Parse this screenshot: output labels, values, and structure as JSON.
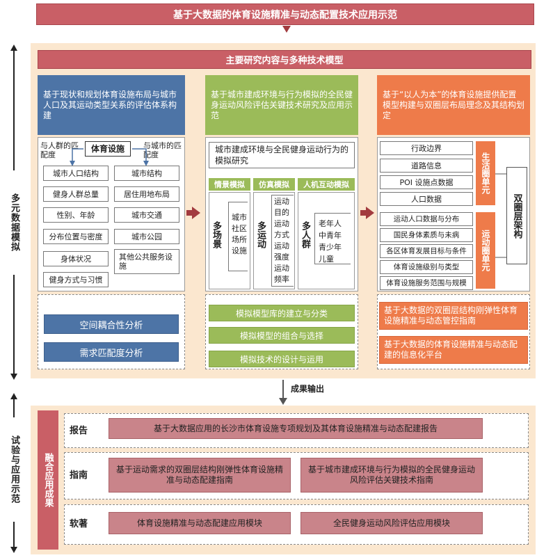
{
  "title": "基于大数据的体育设施精准与动态配置技术应用示范",
  "left_labels": {
    "top": "多元数据模拟",
    "bottom": "试验与应用示范"
  },
  "section_title": "主要研究内容与多种技术模型",
  "col1": {
    "header": "基于现状和规划体育设施布局与城市人口及其运动类型关系的评估体系构建",
    "center_label": "体育设施",
    "left_side_label": "与人群的匹配度",
    "right_side_label": "与城市的匹配度",
    "left_items": [
      "城市人口结构",
      "健身人群总量",
      "性别、年龄",
      "分布位置与密度",
      "身体状况",
      "健身方式与习惯"
    ],
    "right_items": [
      "城市结构",
      "居住用地布局",
      "城市交通",
      "城市公园",
      "其他公共服务设施"
    ],
    "buttons": [
      "空间耦合性分析",
      "需求匹配度分析"
    ]
  },
  "col2": {
    "header": "基于城市建成环境与行为模拟的全民健身运动风险评估关键技术研究及应用示范",
    "subtitle": "城市建成环境与全民健身运动行为的模拟研究",
    "sub_cols": [
      {
        "head": "情景模拟",
        "label": "多场景",
        "items": "城市社区场所设施"
      },
      {
        "head": "仿真模拟",
        "label": "多运动",
        "items": "运动目的运动方式运动强度运动频率"
      },
      {
        "head": "人机互动模拟",
        "label": "多人群",
        "items": [
          "老年人",
          "中青年",
          "青少年",
          "儿童"
        ]
      }
    ],
    "buttons": [
      "模拟模型库的建立与分类",
      "模拟模型的组合与选择",
      "模拟技术的设计与运用"
    ]
  },
  "col3": {
    "header": "基于“以人为本”的体育设施提供配置模型构建与双圈层布局理念及其结构划定",
    "top_items": [
      "行政边界",
      "道路信息",
      "POI 设施点数据",
      "人口数据"
    ],
    "bottom_items": [
      "运动人口数据与分布",
      "国民身体素质与未病",
      "各区体育发展目标与条件",
      "体育设施级别与类型",
      "体育设施服务范围与规模"
    ],
    "life_circle": "生活圈单元",
    "sport_circle": "运动圈单元",
    "double_layer": "双圈层架构",
    "outputs": [
      "基于大数据的双圈层结构刚弹性体育设施精准与动态管控指南",
      "基于大数据的体育设施精准与动态配建的信息化平台"
    ]
  },
  "result_output": "成果输出",
  "fusion_label": "融合应用成果",
  "rows": [
    {
      "label": "报告",
      "items": [
        "基于大数据应用的长沙市体育设施专项规划及其体育设施精准与动态配建报告"
      ]
    },
    {
      "label": "指南",
      "items": [
        "基于运动需求的双圈层结构刚弹性体育设施精准与动态配建指南",
        "基于城市建成环境与行为模拟的全民健身运动风险评估关键技术指南"
      ]
    },
    {
      "label": "软著",
      "items": [
        "体育设施精准与动态配建应用模块",
        "全民健身运动风险评估应用模块"
      ]
    }
  ],
  "colors": {
    "red": "#c95f66",
    "blue": "#4d74a6",
    "green": "#9bbb59",
    "orange": "#ee7b4a",
    "cream": "#fbe7cf"
  }
}
